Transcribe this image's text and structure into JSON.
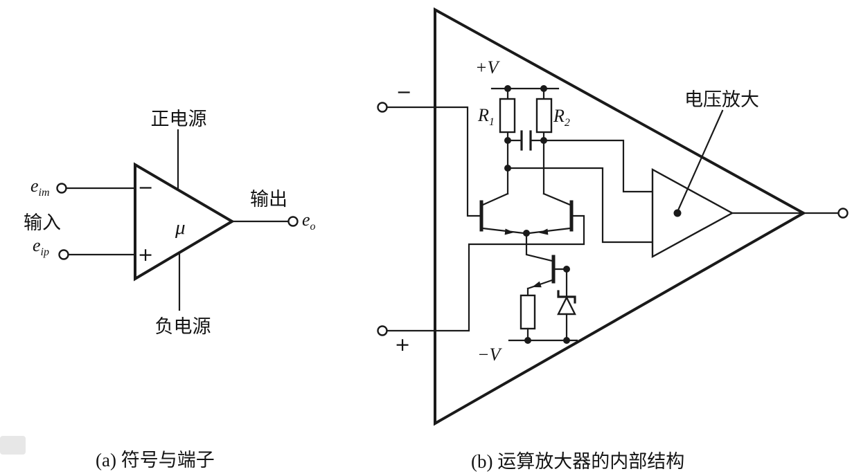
{
  "figure": {
    "caption_a": "(a) 符号与端子",
    "caption_b": "(b) 运算放大器的内部结构"
  },
  "colors": {
    "ink": "#1a1a1a",
    "paper": "#ffffff"
  },
  "diagram_a": {
    "labels": {
      "positive_supply": "正电源",
      "negative_supply": "负电源",
      "input": "输入",
      "output": "输出",
      "gain_mu": "μ",
      "inverting_sign": "−",
      "noninverting_sign": "+",
      "e_im": {
        "main": "e",
        "sub": "im"
      },
      "e_ip": {
        "main": "e",
        "sub": "ip"
      },
      "e_o": {
        "main": "e",
        "sub": "o"
      }
    }
  },
  "diagram_b": {
    "labels": {
      "positive_rail": "+V",
      "negative_rail": "−V",
      "r1": {
        "main": "R",
        "sub": "1"
      },
      "r2": {
        "main": "R",
        "sub": "2"
      },
      "inverting_sign": "−",
      "noninverting_sign": "+",
      "voltage_amp": "电压放大"
    }
  }
}
